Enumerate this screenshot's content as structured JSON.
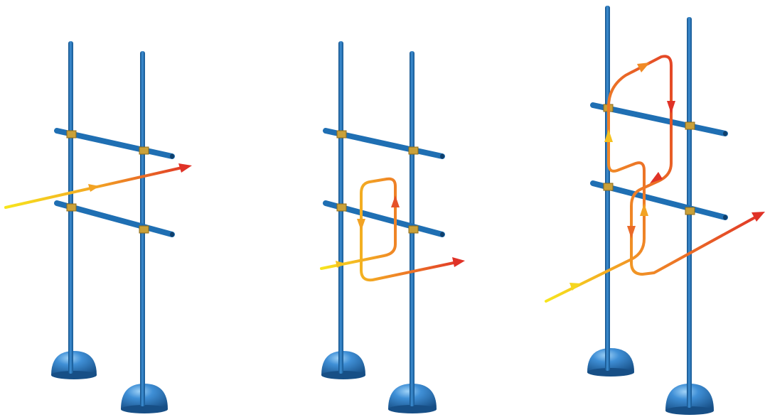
{
  "figure": {
    "panels": [
      {
        "id": "panel-1",
        "path_kind": "straight-through"
      },
      {
        "id": "panel-2",
        "path_kind": "single-loop"
      },
      {
        "id": "panel-3",
        "path_kind": "double-loop"
      }
    ]
  },
  "colors": {
    "pole": "#1f6fb3",
    "pole_light": "#4c9fe0",
    "base": "#1e6ab0",
    "base_light": "#7ec0f2",
    "connector": "#c9a13a",
    "path_start": "#f7e51d",
    "path_mid": "#f08a26",
    "path_end": "#e03227"
  }
}
